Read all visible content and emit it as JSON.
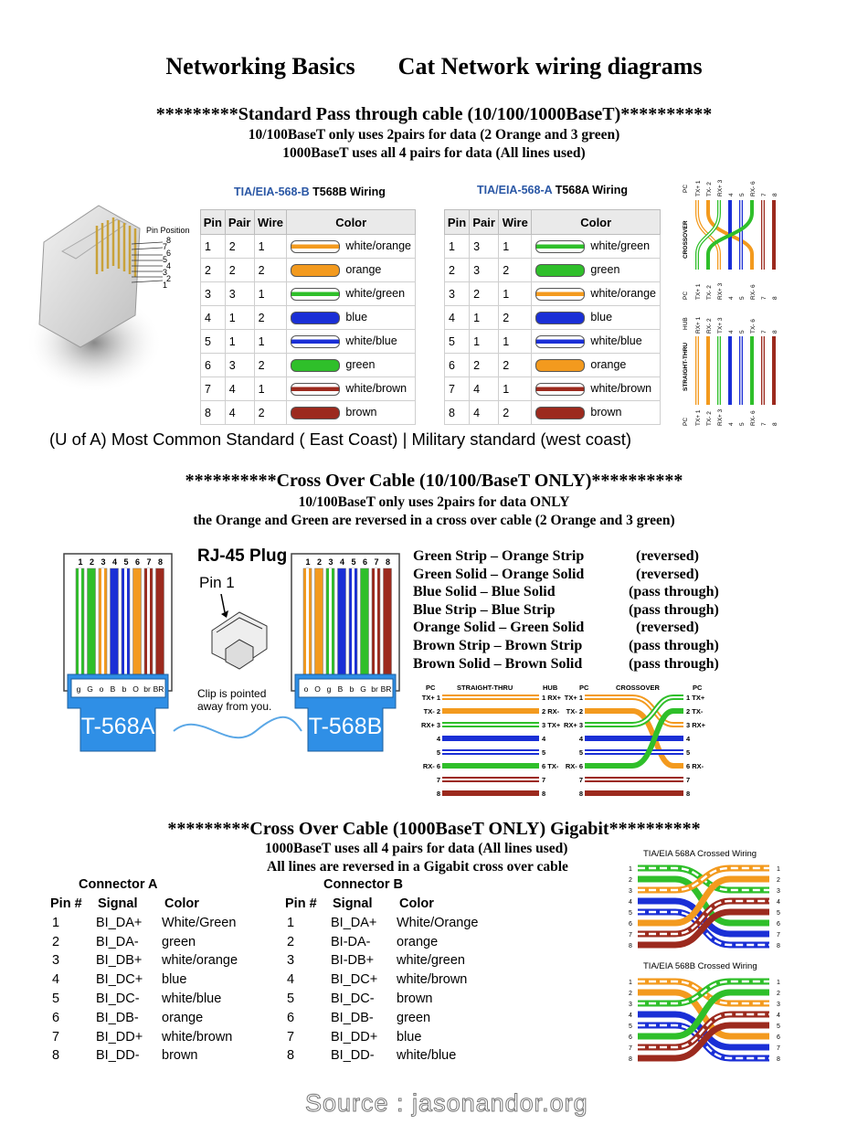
{
  "title": {
    "left": "Networking Basics",
    "right": "Cat Network wiring diagrams"
  },
  "section1": {
    "heading": "*********Standard Pass through cable  (10/100/1000BaseT)**********",
    "line1": "10/100BaseT only uses 2pairs for data (2 Orange and 3 green)",
    "line2": "1000BaseT  uses all 4 pairs for data (All lines used)",
    "pin_position_label": "Pin Position",
    "pin_numbers": [
      "8",
      "7",
      "6",
      "5",
      "4",
      "3",
      "2",
      "1"
    ],
    "table_b": {
      "title_std": "TIA/EIA-568-B",
      "title_rest": "T568B Wiring",
      "headers": [
        "Pin",
        "Pair",
        "Wire",
        "Color"
      ],
      "rows": [
        {
          "pin": "1",
          "pair": "2",
          "wire": "1",
          "color": "white/orange",
          "hex": "#f39a1e",
          "striped": true
        },
        {
          "pin": "2",
          "pair": "2",
          "wire": "2",
          "color": "orange",
          "hex": "#f39a1e",
          "striped": false
        },
        {
          "pin": "3",
          "pair": "3",
          "wire": "1",
          "color": "white/green",
          "hex": "#2fbf2a",
          "striped": true
        },
        {
          "pin": "4",
          "pair": "1",
          "wire": "2",
          "color": "blue",
          "hex": "#1a2fd6",
          "striped": false
        },
        {
          "pin": "5",
          "pair": "1",
          "wire": "1",
          "color": "white/blue",
          "hex": "#1a2fd6",
          "striped": true
        },
        {
          "pin": "6",
          "pair": "3",
          "wire": "2",
          "color": "green",
          "hex": "#2fbf2a",
          "striped": false
        },
        {
          "pin": "7",
          "pair": "4",
          "wire": "1",
          "color": "white/brown",
          "hex": "#9c2a1e",
          "striped": true
        },
        {
          "pin": "8",
          "pair": "4",
          "wire": "2",
          "color": "brown",
          "hex": "#9c2a1e",
          "striped": false
        }
      ]
    },
    "table_a": {
      "title_std": "TIA/EIA-568-A",
      "title_rest": "T568A Wiring",
      "headers": [
        "Pin",
        "Pair",
        "Wire",
        "Color"
      ],
      "rows": [
        {
          "pin": "1",
          "pair": "3",
          "wire": "1",
          "color": "white/green",
          "hex": "#2fbf2a",
          "striped": true
        },
        {
          "pin": "2",
          "pair": "3",
          "wire": "2",
          "color": "green",
          "hex": "#2fbf2a",
          "striped": false
        },
        {
          "pin": "3",
          "pair": "2",
          "wire": "1",
          "color": "white/orange",
          "hex": "#f39a1e",
          "striped": true
        },
        {
          "pin": "4",
          "pair": "1",
          "wire": "2",
          "color": "blue",
          "hex": "#1a2fd6",
          "striped": false
        },
        {
          "pin": "5",
          "pair": "1",
          "wire": "1",
          "color": "white/blue",
          "hex": "#1a2fd6",
          "striped": true
        },
        {
          "pin": "6",
          "pair": "2",
          "wire": "2",
          "color": "orange",
          "hex": "#f39a1e",
          "striped": false
        },
        {
          "pin": "7",
          "pair": "4",
          "wire": "1",
          "color": "white/brown",
          "hex": "#9c2a1e",
          "striped": true
        },
        {
          "pin": "8",
          "pair": "4",
          "wire": "2",
          "color": "brown",
          "hex": "#9c2a1e",
          "striped": false
        }
      ]
    },
    "standards_caption": "(U of A) Most Common Standard ( East Coast)    |    Military standard (west coast)",
    "vertical_diagram": {
      "crossover_label": "CROSSOVER",
      "straight_label": "STRAIGHT-THRU",
      "pc": "PC",
      "hub": "HUB",
      "top_labels": [
        "TX+ 1",
        "TX- 2",
        "RX+ 3",
        "4",
        "5",
        "RX- 6",
        "7",
        "8"
      ],
      "mid_labels": [
        "TX+ 1",
        "TX- 2",
        "RX+ 3",
        "4",
        "5",
        "RX- 6",
        "7",
        "8"
      ],
      "hub_labels": [
        "RX+ 1",
        "RX- 2",
        "TX+ 3",
        "4",
        "5",
        "TX- 6",
        "7",
        "8"
      ]
    }
  },
  "section2": {
    "heading": "**********Cross Over Cable  (10/100/BaseT ONLY)**********",
    "line1": "10/100BaseT only uses 2pairs for data  ONLY",
    "line2": "the Orange and Green are reversed in a cross over cable (2 Orange and 3 green)",
    "rj45_title": "RJ-45 Plug",
    "pin1": "Pin 1",
    "clip_note": "Clip is pointed away from you.",
    "connector_a": {
      "label": "T-568A",
      "codes": [
        "g",
        "G",
        "o",
        "B",
        "b",
        "O",
        "br",
        "BR"
      ]
    },
    "connector_b": {
      "label": "T-568B",
      "codes": [
        "o",
        "O",
        "g",
        "B",
        "b",
        "G",
        "br",
        "BR"
      ]
    },
    "pin_digits": [
      "1",
      "2",
      "3",
      "4",
      "5",
      "6",
      "7",
      "8"
    ],
    "pairs": [
      {
        "text": "Green Strip  –  Orange Strip",
        "status": "(reversed)"
      },
      {
        "text": "Green Solid –  Orange Solid",
        "status": "(reversed)"
      },
      {
        "text": "Blue Solid –  Blue Solid",
        "status": "(pass through)"
      },
      {
        "text": "Blue Strip –  Blue Strip",
        "status": "(pass through)"
      },
      {
        "text": "Orange Solid –  Green Solid",
        "status": "(reversed)"
      },
      {
        "text": "Brown Strip –  Brown Strip",
        "status": "(pass through)"
      },
      {
        "text": "Brown Solid –  Brown Solid",
        "status": "(pass through)"
      }
    ],
    "diagram": {
      "straight_title": "STRAIGHT-THRU",
      "crossover_title": "CROSSOVER",
      "pc": "PC",
      "hub": "HUB",
      "left_labels": [
        "TX+ 1",
        "TX- 2",
        "RX+ 3",
        "4",
        "5",
        "RX- 6",
        "7",
        "8"
      ],
      "hub_labels": [
        "1 RX+",
        "2 RX-",
        "3 TX+",
        "4",
        "5",
        "6 TX-",
        "7",
        "8"
      ],
      "pc_labels": [
        "1 TX+",
        "2 TX-",
        "3 RX+",
        "4",
        "5",
        "6 RX-",
        "7",
        "8"
      ]
    }
  },
  "section3": {
    "heading": "*********Cross Over Cable  (1000BaseT ONLY) Gigabit**********",
    "line1": "1000BaseT  uses all 4 pairs for data (All lines used)",
    "line2": "All lines are reversed in a Gigabit cross over cable",
    "connector_a": {
      "title": "Connector A",
      "headers": [
        "Pin #",
        "Signal",
        "Color"
      ],
      "rows": [
        [
          "1",
          "BI_DA+",
          "White/Green"
        ],
        [
          "2",
          "BI_DA-",
          "green"
        ],
        [
          "3",
          "BI_DB+",
          "white/orange"
        ],
        [
          "4",
          "BI_DC+",
          "blue"
        ],
        [
          "5",
          "BI_DC-",
          "white/blue"
        ],
        [
          "6",
          "BI_DB-",
          "orange"
        ],
        [
          "7",
          "BI_DD+",
          "white/brown"
        ],
        [
          "8",
          "BI_DD-",
          "brown"
        ]
      ]
    },
    "connector_b": {
      "title": "Connector B",
      "headers": [
        "Pin #",
        "Signal",
        "Color"
      ],
      "rows": [
        [
          "1",
          "BI_DA+",
          "White/Orange"
        ],
        [
          "2",
          "BI-DA-",
          "orange"
        ],
        [
          "3",
          "BI-DB+",
          "white/green"
        ],
        [
          "4",
          "BI_DC+",
          "white/brown"
        ],
        [
          "5",
          "BI_DC-",
          "brown"
        ],
        [
          "6",
          "BI_DB-",
          "green"
        ],
        [
          "7",
          "BI_DD+",
          "blue"
        ],
        [
          "8",
          "BI_DD-",
          "white/blue"
        ]
      ]
    },
    "crossed_a_title": "TIA/EIA 568A Crossed Wiring",
    "crossed_b_title": "TIA/EIA 568B Crossed Wiring",
    "crossed_pins": [
      "1",
      "2",
      "3",
      "4",
      "5",
      "6",
      "7",
      "8"
    ]
  },
  "source": "Source : jasonandor.org",
  "colors": {
    "orange": "#f39a1e",
    "green": "#2fbf2a",
    "blue": "#1a2fd6",
    "brown": "#9c2a1e",
    "connector_blue": "#2f8fe6",
    "header_blue": "#2a57a5"
  }
}
